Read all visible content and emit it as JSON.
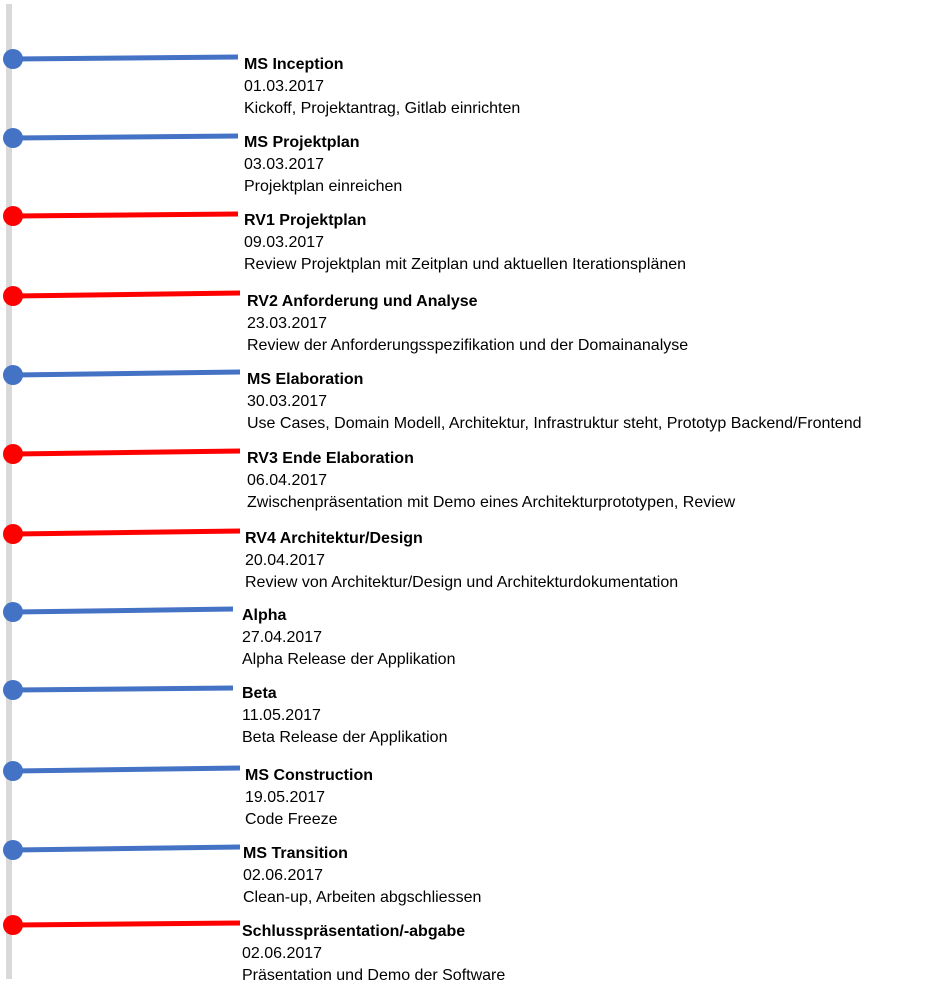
{
  "colors": {
    "axis": "#d9d9d9",
    "milestone": "#4472c4",
    "review": "#ff0000"
  },
  "entries": [
    {
      "title": "MS Inception",
      "date": "01.03.2017",
      "desc": "Kickoff, Projektantrag, Gitlab einrichten",
      "kind": "milestone"
    },
    {
      "title": "MS Projektplan",
      "date": "03.03.2017",
      "desc": "Projektplan einreichen",
      "kind": "milestone"
    },
    {
      "title": "RV1 Projektplan",
      "date": "09.03.2017",
      "desc": "Review Projektplan mit Zeitplan und aktuellen Iterationsplänen",
      "kind": "review"
    },
    {
      "title": "RV2 Anforderung und Analyse",
      "date": "23.03.2017",
      "desc": "Review der Anforderungsspezifikation und der Domainanalyse",
      "kind": "review"
    },
    {
      "title": "MS Elaboration",
      "date": "30.03.2017",
      "desc": "Use Cases, Domain Modell, Architektur, Infrastruktur steht, Prototyp Backend/Frontend",
      "kind": "milestone"
    },
    {
      "title": "RV3 Ende Elaboration",
      "date": "06.04.2017",
      "desc": "Zwischenpräsentation mit Demo eines Architekturprototypen, Review",
      "kind": "review"
    },
    {
      "title": "RV4 Architektur/Design",
      "date": "20.04.2017",
      "desc": "Review von Architektur/Design und Architekturdokumentation",
      "kind": "review"
    },
    {
      "title": "Alpha",
      "date": "27.04.2017",
      "desc": "Alpha Release der Applikation",
      "kind": "milestone"
    },
    {
      "title": "Beta",
      "date": "11.05.2017",
      "desc": "Beta Release der Applikation",
      "kind": "milestone"
    },
    {
      "title": "MS Construction",
      "date": "19.05.2017",
      "desc": "Code Freeze",
      "kind": "milestone"
    },
    {
      "title": "MS Transition",
      "date": "02.06.2017",
      "desc": "Clean-up, Arbeiten abgschliessen",
      "kind": "milestone"
    },
    {
      "title": "Schlusspräsentation/-abgabe",
      "date": "02.06.2017",
      "desc": "Präsentation und Demo der Software",
      "kind": "review"
    }
  ]
}
